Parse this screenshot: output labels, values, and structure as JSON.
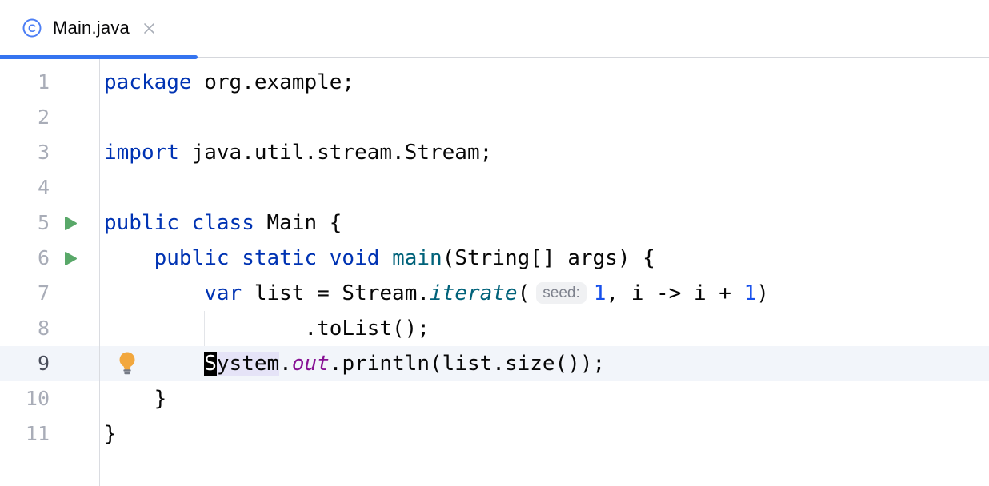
{
  "tab": {
    "title": "Main.java",
    "icon": "java-class-icon",
    "close_label": "close-tab"
  },
  "editor": {
    "inlay_hint": "seed:",
    "lines": [
      {
        "num": "1",
        "tokens": [
          [
            "kw",
            "package"
          ],
          [
            "pl",
            " org.example;"
          ]
        ]
      },
      {
        "num": "2",
        "tokens": []
      },
      {
        "num": "3",
        "tokens": [
          [
            "kw",
            "import"
          ],
          [
            "pl",
            " java.util.stream.Stream;"
          ]
        ]
      },
      {
        "num": "4",
        "tokens": []
      },
      {
        "num": "5",
        "run": true,
        "tokens": [
          [
            "kw",
            "public"
          ],
          [
            "pl",
            " "
          ],
          [
            "kw",
            "class"
          ],
          [
            "pl",
            " Main {"
          ]
        ]
      },
      {
        "num": "6",
        "run": true,
        "tokens": [
          [
            "pl",
            "    "
          ],
          [
            "kw",
            "public"
          ],
          [
            "pl",
            " "
          ],
          [
            "kw",
            "static"
          ],
          [
            "pl",
            " "
          ],
          [
            "kw",
            "void"
          ],
          [
            "pl",
            " "
          ],
          [
            "decl",
            "main"
          ],
          [
            "pl",
            "(String[] args) {"
          ]
        ]
      },
      {
        "num": "7",
        "tokens": [
          [
            "pl",
            "        "
          ],
          [
            "kw",
            "var"
          ],
          [
            "pl",
            " list = Stream."
          ],
          [
            "call",
            "iterate"
          ],
          [
            "pl",
            "("
          ],
          [
            "inlay",
            "seed:"
          ],
          [
            "num",
            "1"
          ],
          [
            "pl",
            ", i -> i + "
          ],
          [
            "num",
            "1"
          ],
          [
            "pl",
            ")"
          ]
        ]
      },
      {
        "num": "8",
        "tokens": [
          [
            "pl",
            "                .toList();"
          ]
        ]
      },
      {
        "num": "9",
        "current": true,
        "bulb": true,
        "tokens": [
          [
            "pl",
            "        "
          ],
          [
            "caret",
            "S"
          ],
          [
            "hl",
            "ystem"
          ],
          [
            "pl",
            "."
          ],
          [
            "field",
            "out"
          ],
          [
            "pl",
            ".println(list.size());"
          ]
        ]
      },
      {
        "num": "10",
        "tokens": [
          [
            "pl",
            "    }"
          ]
        ]
      },
      {
        "num": "11",
        "tokens": [
          [
            "pl",
            "}"
          ]
        ]
      }
    ]
  },
  "colors": {
    "accent_blue": "#3574f0",
    "keyword": "#0033b3",
    "method": "#00627a",
    "static_field": "#871094",
    "number_literal": "#1750eb",
    "run_icon_green": "#59a869",
    "bulb_yellow": "#f2a73d",
    "caret_row": "#f2f5fa",
    "identifier_highlight": "#e5e3f7",
    "line_number": "#a9adb8"
  }
}
